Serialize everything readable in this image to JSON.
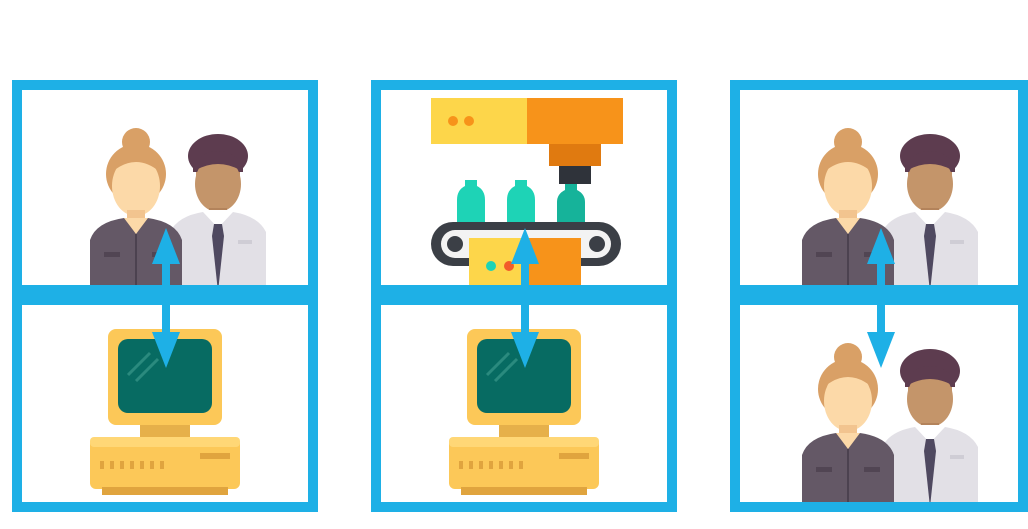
{
  "diagram": {
    "columns": [
      {
        "id": "human-computer",
        "top_icon": "people-icon",
        "bottom_icon": "computer-icon",
        "arrow": "bidirectional"
      },
      {
        "id": "machine-computer",
        "top_icon": "factory-machine-icon",
        "bottom_icon": "computer-icon",
        "arrow": "bidirectional"
      },
      {
        "id": "human-human",
        "top_icon": "people-icon",
        "bottom_icon": "people-icon",
        "arrow": "bidirectional"
      }
    ],
    "colors": {
      "frame": "#1eb0e6",
      "arrow": "#1eb0e6",
      "computer": "#fcc858",
      "screen": "#076b62",
      "machine_yellow": "#fdd64a",
      "machine_orange": "#f7931a",
      "bottles": "#1ed3b6",
      "belt": "#3b3f46"
    }
  }
}
